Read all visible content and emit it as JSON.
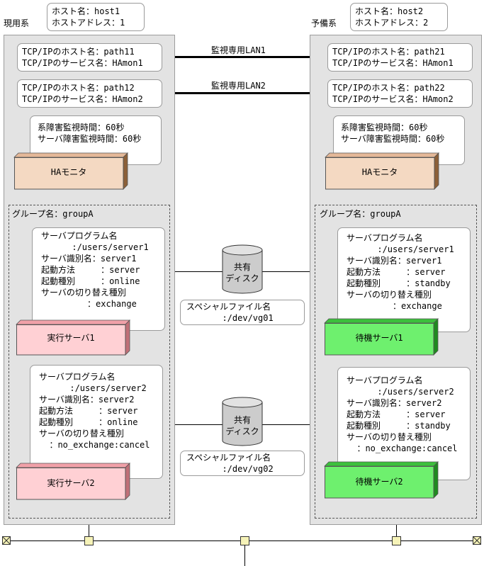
{
  "primary": {
    "label": "現用系",
    "host": [
      "ホスト名：host1",
      "ホストアドレス：1"
    ],
    "lan1": [
      "TCP/IPのホスト名：path11",
      "TCP/IPのサービス名：HAmon1"
    ],
    "lan2": [
      "TCP/IPのホスト名：path12",
      "TCP/IPのサービス名：HAmon2"
    ],
    "timers": [
      "系障害監視時間：60秒",
      "サーバ障害監視時間：60秒"
    ],
    "monitor_label": "HAモニタ",
    "group_label": "グループ名：groupA",
    "server1": {
      "lines": [
        "サーバプログラム名",
        "      :/users/server1",
        "サーバ識別名：server1",
        "起動方法     ：server",
        "起動種別     ：online",
        "サーバの切り替え種別",
        "         ：exchange"
      ],
      "box_label": "実行サーバ1"
    },
    "server2": {
      "lines": [
        "サーバプログラム名",
        "      :/users/server2",
        "サーバ識別名：server2",
        "起動方法     ：server",
        "起動種別     ：online",
        "サーバの切り替え種別",
        "  ：no_exchange:cancel"
      ],
      "box_label": "実行サーバ2"
    }
  },
  "standby": {
    "label": "予備系",
    "host": [
      "ホスト名：host2",
      "ホストアドレス：2"
    ],
    "lan1": [
      "TCP/IPのホスト名：path21",
      "TCP/IPのサービス名：HAmon1"
    ],
    "lan2": [
      "TCP/IPのホスト名：path22",
      "TCP/IPのサービス名：HAmon2"
    ],
    "timers": [
      "系障害監視時間：60秒",
      "サーバ障害監視時間：60秒"
    ],
    "monitor_label": "HAモニタ",
    "group_label": "グループ名：groupA",
    "server1": {
      "lines": [
        "サーバプログラム名",
        "      :/users/server1",
        "サーバ識別名：server1",
        "起動方法     ：server",
        "起動種別     ：standby",
        "サーバの切り替え種別",
        "         ：exchange"
      ],
      "box_label": "待機サーバ1"
    },
    "server2": {
      "lines": [
        "サーバプログラム名",
        "      :/users/server2",
        "サーバ識別名：server2",
        "起動方法     ：server",
        "起動種別     ：standby",
        "サーバの切り替え種別",
        "  ：no_exchange:cancel"
      ],
      "box_label": "待機サーバ2"
    }
  },
  "lan_labels": [
    "監視専用LAN1",
    "監視専用LAN2"
  ],
  "disks": [
    {
      "label": [
        "共有",
        "ディスク"
      ],
      "file": [
        "スペシャルファイル名",
        "  :/dev/vg01"
      ]
    },
    {
      "label": [
        "共有",
        "ディスク"
      ],
      "file": [
        "スペシャルファイル名",
        "  :/dev/vg02"
      ]
    }
  ],
  "colors": {
    "panel": "#e3e3e3",
    "ha_monitor": "#f4d9c2",
    "active_server": "#ffd0d4",
    "standby_server": "#6ef06e",
    "disk": "#cccccc",
    "lan_node": "#f6f3b8"
  }
}
